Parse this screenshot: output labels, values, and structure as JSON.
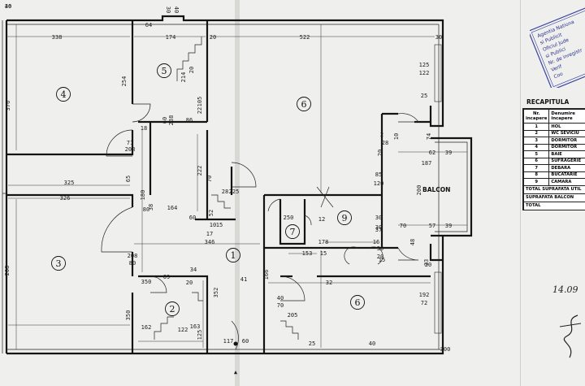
{
  "plan": {
    "balcony_label": "BALCON",
    "rooms": [
      {
        "num": "1"
      },
      {
        "num": "2"
      },
      {
        "num": "3"
      },
      {
        "num": "4"
      },
      {
        "num": "5"
      },
      {
        "num": "6"
      },
      {
        "num": "6"
      },
      {
        "num": "7"
      },
      {
        "num": "9"
      }
    ],
    "dims": [
      "338",
      "64",
      "174",
      "30",
      "40",
      "20",
      "522",
      "30",
      "254",
      "376",
      "214",
      "20",
      "105",
      "22",
      "25",
      "125",
      "122",
      "60",
      "238",
      "18",
      "86",
      "71",
      "208",
      "222",
      "325",
      "65",
      "326",
      "38",
      "164",
      "60",
      "10",
      "28",
      "225",
      "52",
      "180",
      "80",
      "250",
      "15",
      "12",
      "30",
      "30",
      "37",
      "16",
      "187",
      "62",
      "39",
      "85",
      "120",
      "200",
      "70",
      "57",
      "39",
      "17",
      "346",
      "178",
      "153",
      "208",
      "80",
      "208",
      "350",
      "34",
      "69",
      "20",
      "41",
      "32",
      "166",
      "352",
      "350",
      "192",
      "72",
      "162",
      "125",
      "122",
      "163",
      "117",
      "60",
      "40",
      "70",
      "205",
      "25",
      "40",
      "300",
      "20",
      "33",
      "20",
      "30",
      "15",
      "48",
      "74",
      "2",
      "28",
      "10",
      "15",
      "70",
      "20",
      "36",
      "40"
    ]
  },
  "legend": {
    "title": "RECAPITULA",
    "headers": {
      "nr_line1": "Nr.",
      "nr_line2": "incapere",
      "name_line1": "Denumire",
      "name_line2": "incapere"
    },
    "rows": [
      {
        "nr": "1",
        "name": "HOL"
      },
      {
        "nr": "2",
        "name": "WC SEVICIU"
      },
      {
        "nr": "3",
        "name": "DORMITOR"
      },
      {
        "nr": "4",
        "name": "DORMITOR"
      },
      {
        "nr": "5",
        "name": "BAIE"
      },
      {
        "nr": "6",
        "name": "SUFRAGERIE"
      },
      {
        "nr": "7",
        "name": "DEBARA"
      },
      {
        "nr": "8",
        "name": "BUCATARIE"
      },
      {
        "nr": "9",
        "name": "CAMARA"
      }
    ],
    "totals": [
      {
        "label": "TOTAL SUPRAFATA UTIL"
      },
      {
        "label": "SUPRAFATA BALCON"
      },
      {
        "label": "TOTAL"
      }
    ]
  },
  "stamp": {
    "lines": [
      "Agentia Nationa",
      "si Publicit",
      "Oficiul Jude",
      "si Publici",
      "Nr. de inregistr",
      "Verif",
      "Coo"
    ]
  },
  "handwriting": {
    "date": "14.09",
    "symbol": "∫"
  }
}
